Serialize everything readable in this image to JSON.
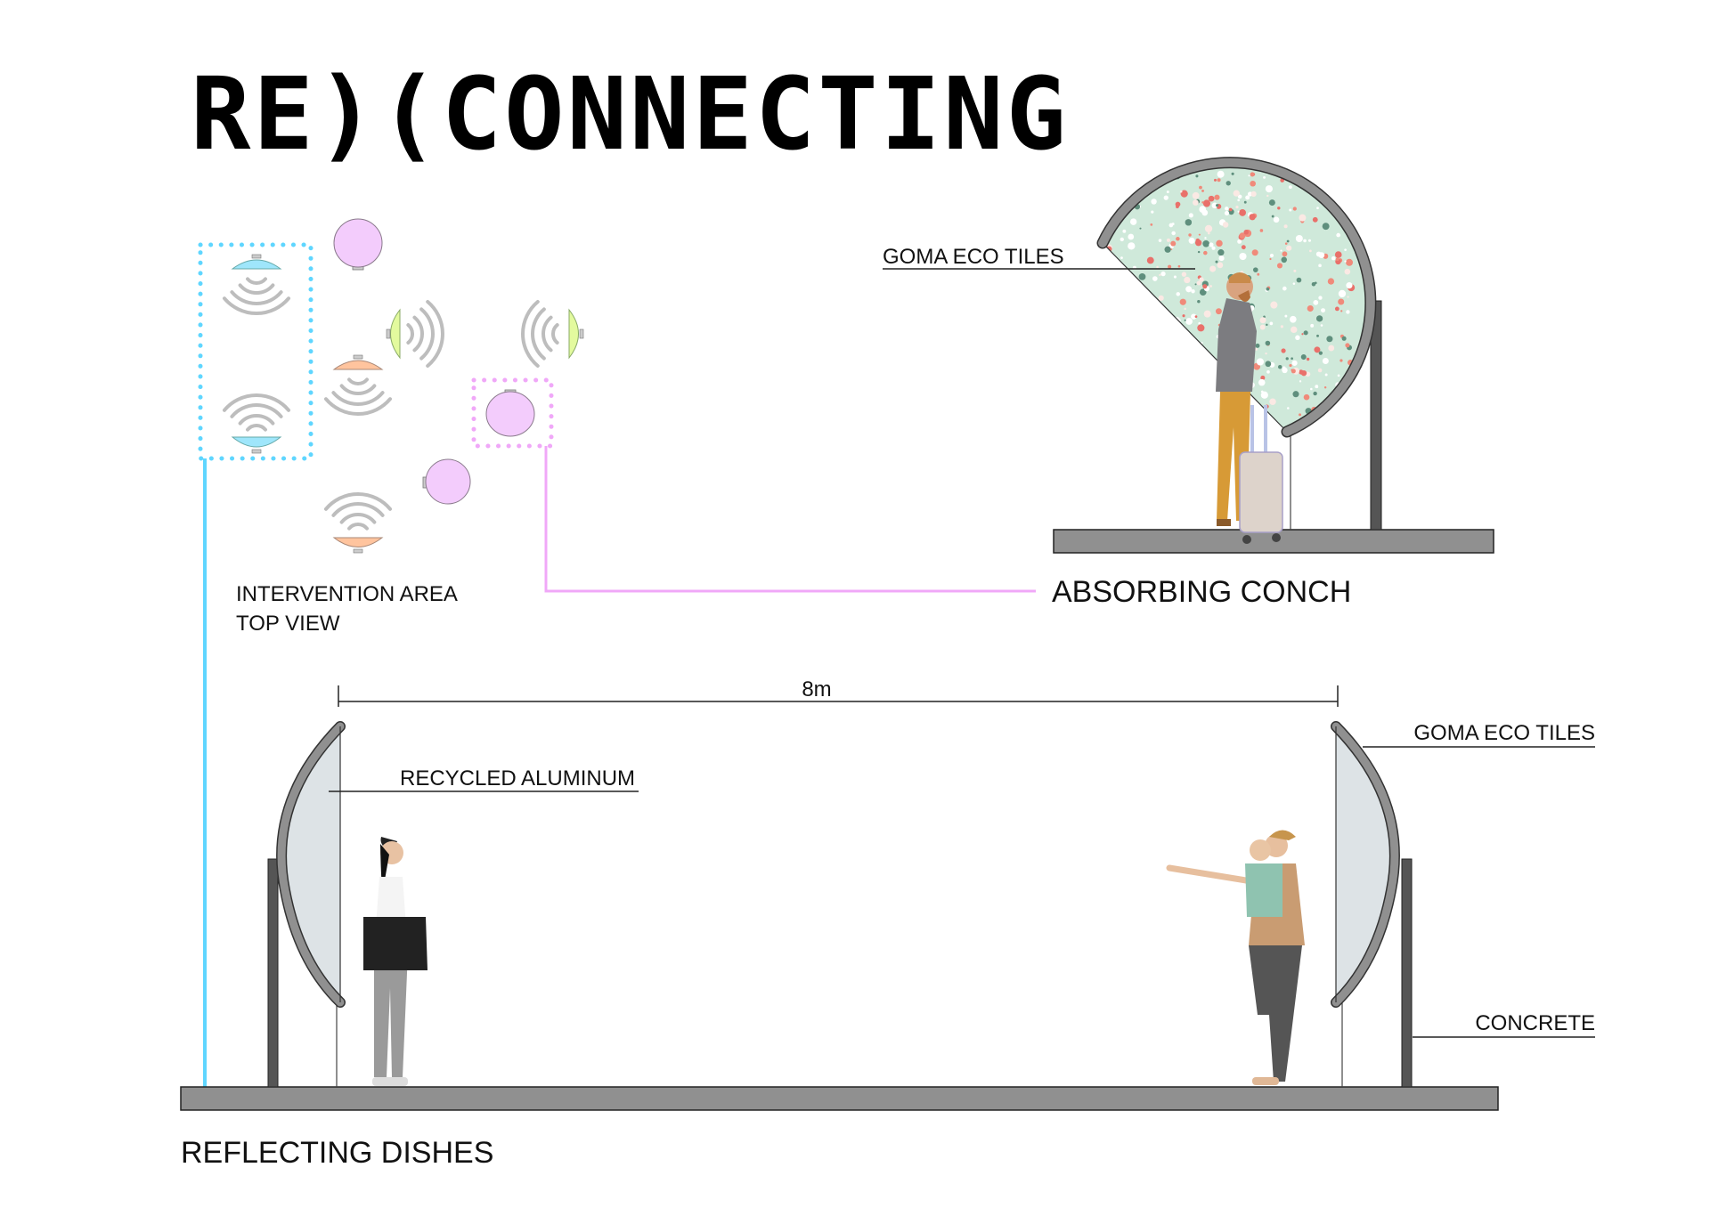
{
  "title": "RE)(CONNECTING",
  "top_view": {
    "label_line1": "INTERVENTION AREA",
    "label_line2": "TOP VIEW"
  },
  "conch": {
    "name": "ABSORBING CONCH",
    "material_label": "GOMA ECO TILES"
  },
  "dishes": {
    "name": "REFLECTING DISHES",
    "distance_label": "8m",
    "left_material_label": "RECYCLED ALUMINUM",
    "right_material_label": "GOMA ECO TILES",
    "post_material_label": "CONCRETE"
  },
  "colors": {
    "blue": "#5fd6ff",
    "pink": "#f0a8f8",
    "pink_fill": "#f3ccfc",
    "orange_fill": "#ffc49e",
    "green_fill": "#e3fa9e",
    "blue_fill": "#9fe6fb",
    "structure_gray": "#909090",
    "post_dark": "#555555",
    "dish_fill": "#dde3e6",
    "terrazzo_base": "#cfe9da"
  }
}
